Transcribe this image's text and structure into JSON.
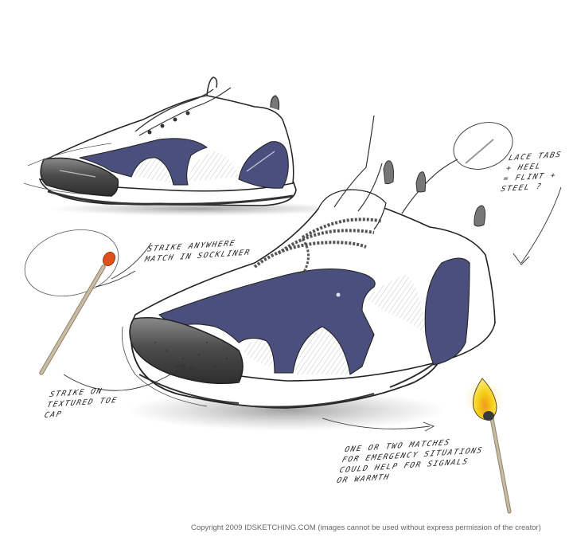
{
  "artwork": {
    "subject": "Footwear design concept sketch - trail shoe with match-striking features",
    "colors": {
      "upper_accent": "#4a4f7e",
      "toe_cap": "#4c4c4c",
      "upper_base": "#ffffff",
      "outline": "#222222",
      "match_head_red": "#e0521b",
      "match_stick": "#b8a98e",
      "flame_yellow": "#f5d21a",
      "flame_orange": "#f09a1a"
    }
  },
  "annotations": {
    "lace_tabs": "LACE TABS\n+ HEEL\n= FLINT +\nSTEEL ?",
    "strike_anywhere": "STRIKE ANYWHERE\nMATCH IN SOCKLINER",
    "textured_toe": "STRIKE ON\nTEXTURED TOE\nCAP",
    "emergency": "ONE OR TWO MATCHES\nFOR EMERGENCY SITUATIONS\nCOULD HELP FOR SIGNALS\nOR WARMTH"
  },
  "footer": {
    "copyright": "Copyright 2009 IDSKETCHING.COM (images cannot be used without express permission of the creator)"
  }
}
